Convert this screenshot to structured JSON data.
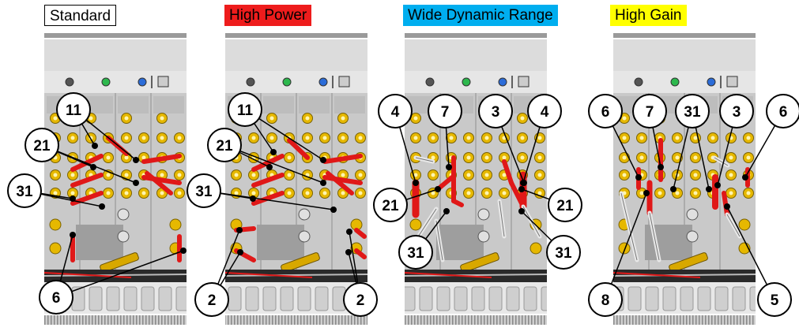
{
  "accent_colors": {
    "cable_red": "#e01818",
    "connector_gold": "#e6b800",
    "circle_border": "#000000"
  },
  "panels": [
    {
      "title": "Standard",
      "title_bg": "#ffffff",
      "title_border": "#000000",
      "title_color": "#000000",
      "callouts": [
        {
          "label": "11"
        },
        {
          "label": "21"
        },
        {
          "label": "31"
        },
        {
          "label": "6"
        }
      ]
    },
    {
      "title": "High Power",
      "title_bg": "#ee1c1c",
      "title_border": "none",
      "title_color": "#000000",
      "callouts": [
        {
          "label": "11"
        },
        {
          "label": "21"
        },
        {
          "label": "31"
        },
        {
          "label": "2"
        },
        {
          "label": "2"
        }
      ]
    },
    {
      "title": "Wide Dynamic Range",
      "title_bg": "#00aeef",
      "title_border": "none",
      "title_color": "#000000",
      "callouts": [
        {
          "label": "4"
        },
        {
          "label": "7"
        },
        {
          "label": "3"
        },
        {
          "label": "4"
        },
        {
          "label": "21"
        },
        {
          "label": "21"
        },
        {
          "label": "31"
        },
        {
          "label": "31"
        }
      ]
    },
    {
      "title": "High Gain",
      "title_bg": "#ffff00",
      "title_border": "none",
      "title_color": "#000000",
      "callouts": [
        {
          "label": "6"
        },
        {
          "label": "7"
        },
        {
          "label": "31"
        },
        {
          "label": "3"
        },
        {
          "label": "6"
        },
        {
          "label": "8"
        },
        {
          "label": "5"
        }
      ]
    }
  ]
}
